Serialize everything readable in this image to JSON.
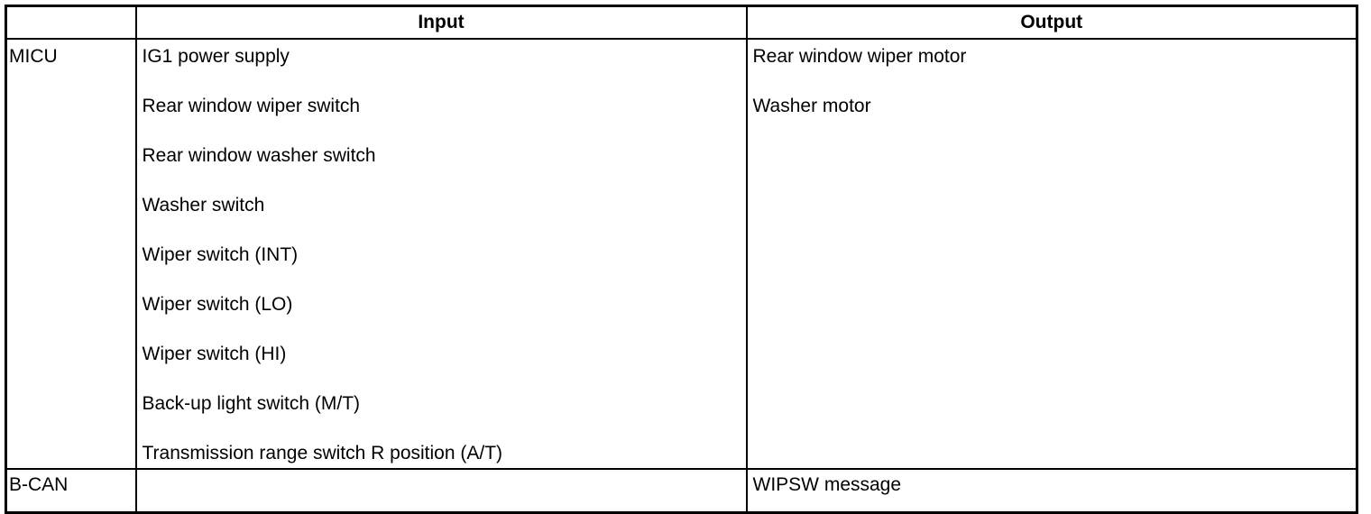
{
  "table": {
    "headers": {
      "module": "",
      "input": "Input",
      "output": "Output"
    },
    "rows": [
      {
        "module": "MICU",
        "input_items": [
          "IG1 power supply",
          "Rear window wiper switch",
          "Rear window washer switch",
          "Washer switch",
          "Wiper switch (INT)",
          "Wiper switch (LO)",
          "Wiper switch (HI)",
          "Back-up light switch (M/T)",
          "Transmission range switch R position (A/T)"
        ],
        "output_items": [
          "Rear window wiper motor",
          "Washer motor"
        ]
      },
      {
        "module": "B-CAN",
        "input_items": [],
        "output_items": [
          "WIPSW message"
        ]
      }
    ]
  },
  "colors": {
    "border": "#000000",
    "text": "#000000",
    "background": "#ffffff"
  }
}
